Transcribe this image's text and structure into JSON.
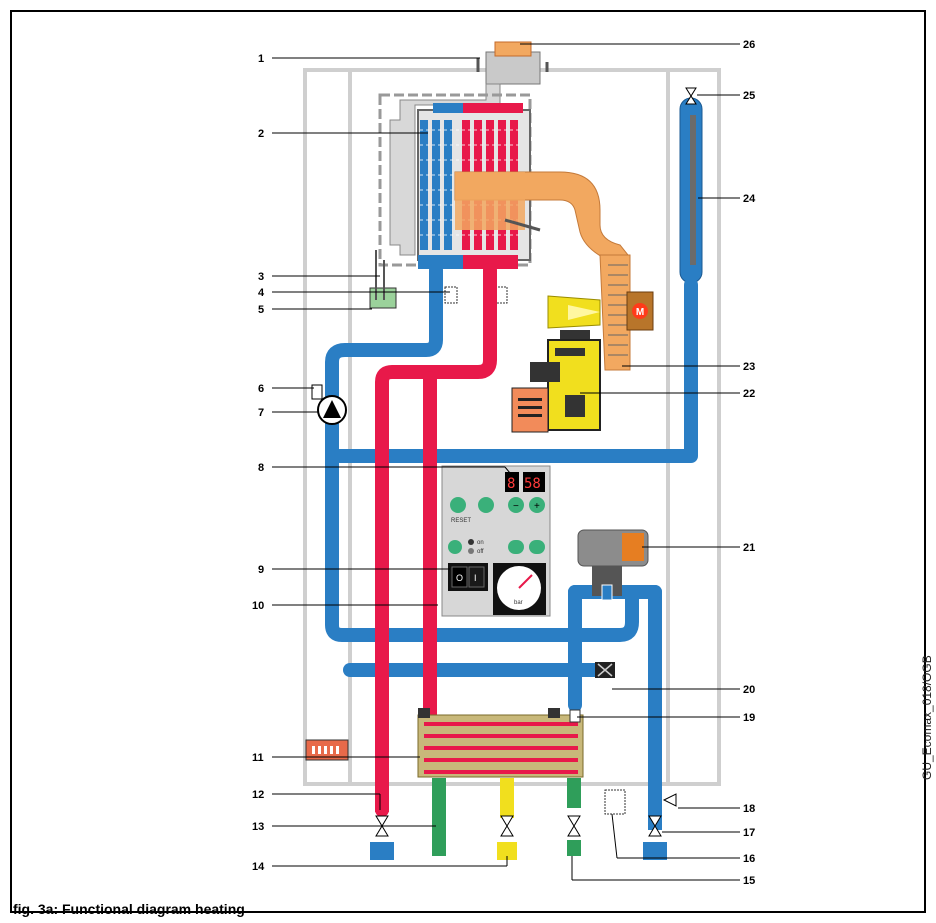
{
  "caption": "fig. 3a: Functional diagram heating",
  "side_code": "GU_Ecomax_018/OGB",
  "labels": {
    "n1": "1",
    "n2": "2",
    "n3": "3",
    "n4": "4",
    "n5": "5",
    "n6": "6",
    "n7": "7",
    "n8": "8",
    "n9": "9",
    "n10": "10",
    "n11": "11",
    "n12": "12",
    "n13": "13",
    "n14": "14",
    "n15": "15",
    "n16": "16",
    "n17": "17",
    "n18": "18",
    "n19": "19",
    "n20": "20",
    "n21": "21",
    "n22": "22",
    "n23": "23",
    "n24": "24",
    "n25": "25",
    "n26": "26"
  },
  "control_panel": {
    "display_left": "8",
    "display_right": "58",
    "reset_label": "RESET",
    "minus_label": "−",
    "plus_label": "+",
    "on_label": "on",
    "off_label": "off",
    "switch_off": "O",
    "switch_on": "I",
    "gauge_unit": "bar"
  },
  "colors": {
    "flow_red": "#e8194a",
    "return_blue": "#2a7ec4",
    "cold_green": "#2f9e5a",
    "gas_yellow": "#f1df1e",
    "flue_orange": "#f2a860",
    "casing_grey": "#cfcfcf"
  }
}
